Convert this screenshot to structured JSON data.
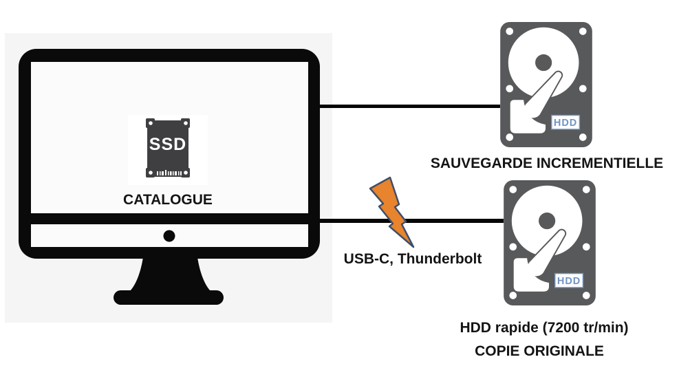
{
  "diagram": {
    "computer": {
      "screen_app_label": "CATALOGUE",
      "ssd_icon_text": "SSD"
    },
    "connection": {
      "label": "USB-C, Thunderbolt"
    },
    "drives": [
      {
        "icon_badge": "HDD",
        "caption": "SAUVEGARDE INCREMENTIELLE"
      },
      {
        "icon_badge": "HDD",
        "caption_line1": "HDD rapide (7200 tr/min)",
        "caption_line2": "COPIE ORIGINALE"
      }
    ],
    "colors": {
      "hdd_body_gray": "#58595b",
      "hdd_badge_blue": "#7295c4",
      "bolt_orange": "#e8832e",
      "bolt_outline": "#3e4f66",
      "panel_background": "#f5f5f6",
      "line_black": "#060606"
    }
  }
}
